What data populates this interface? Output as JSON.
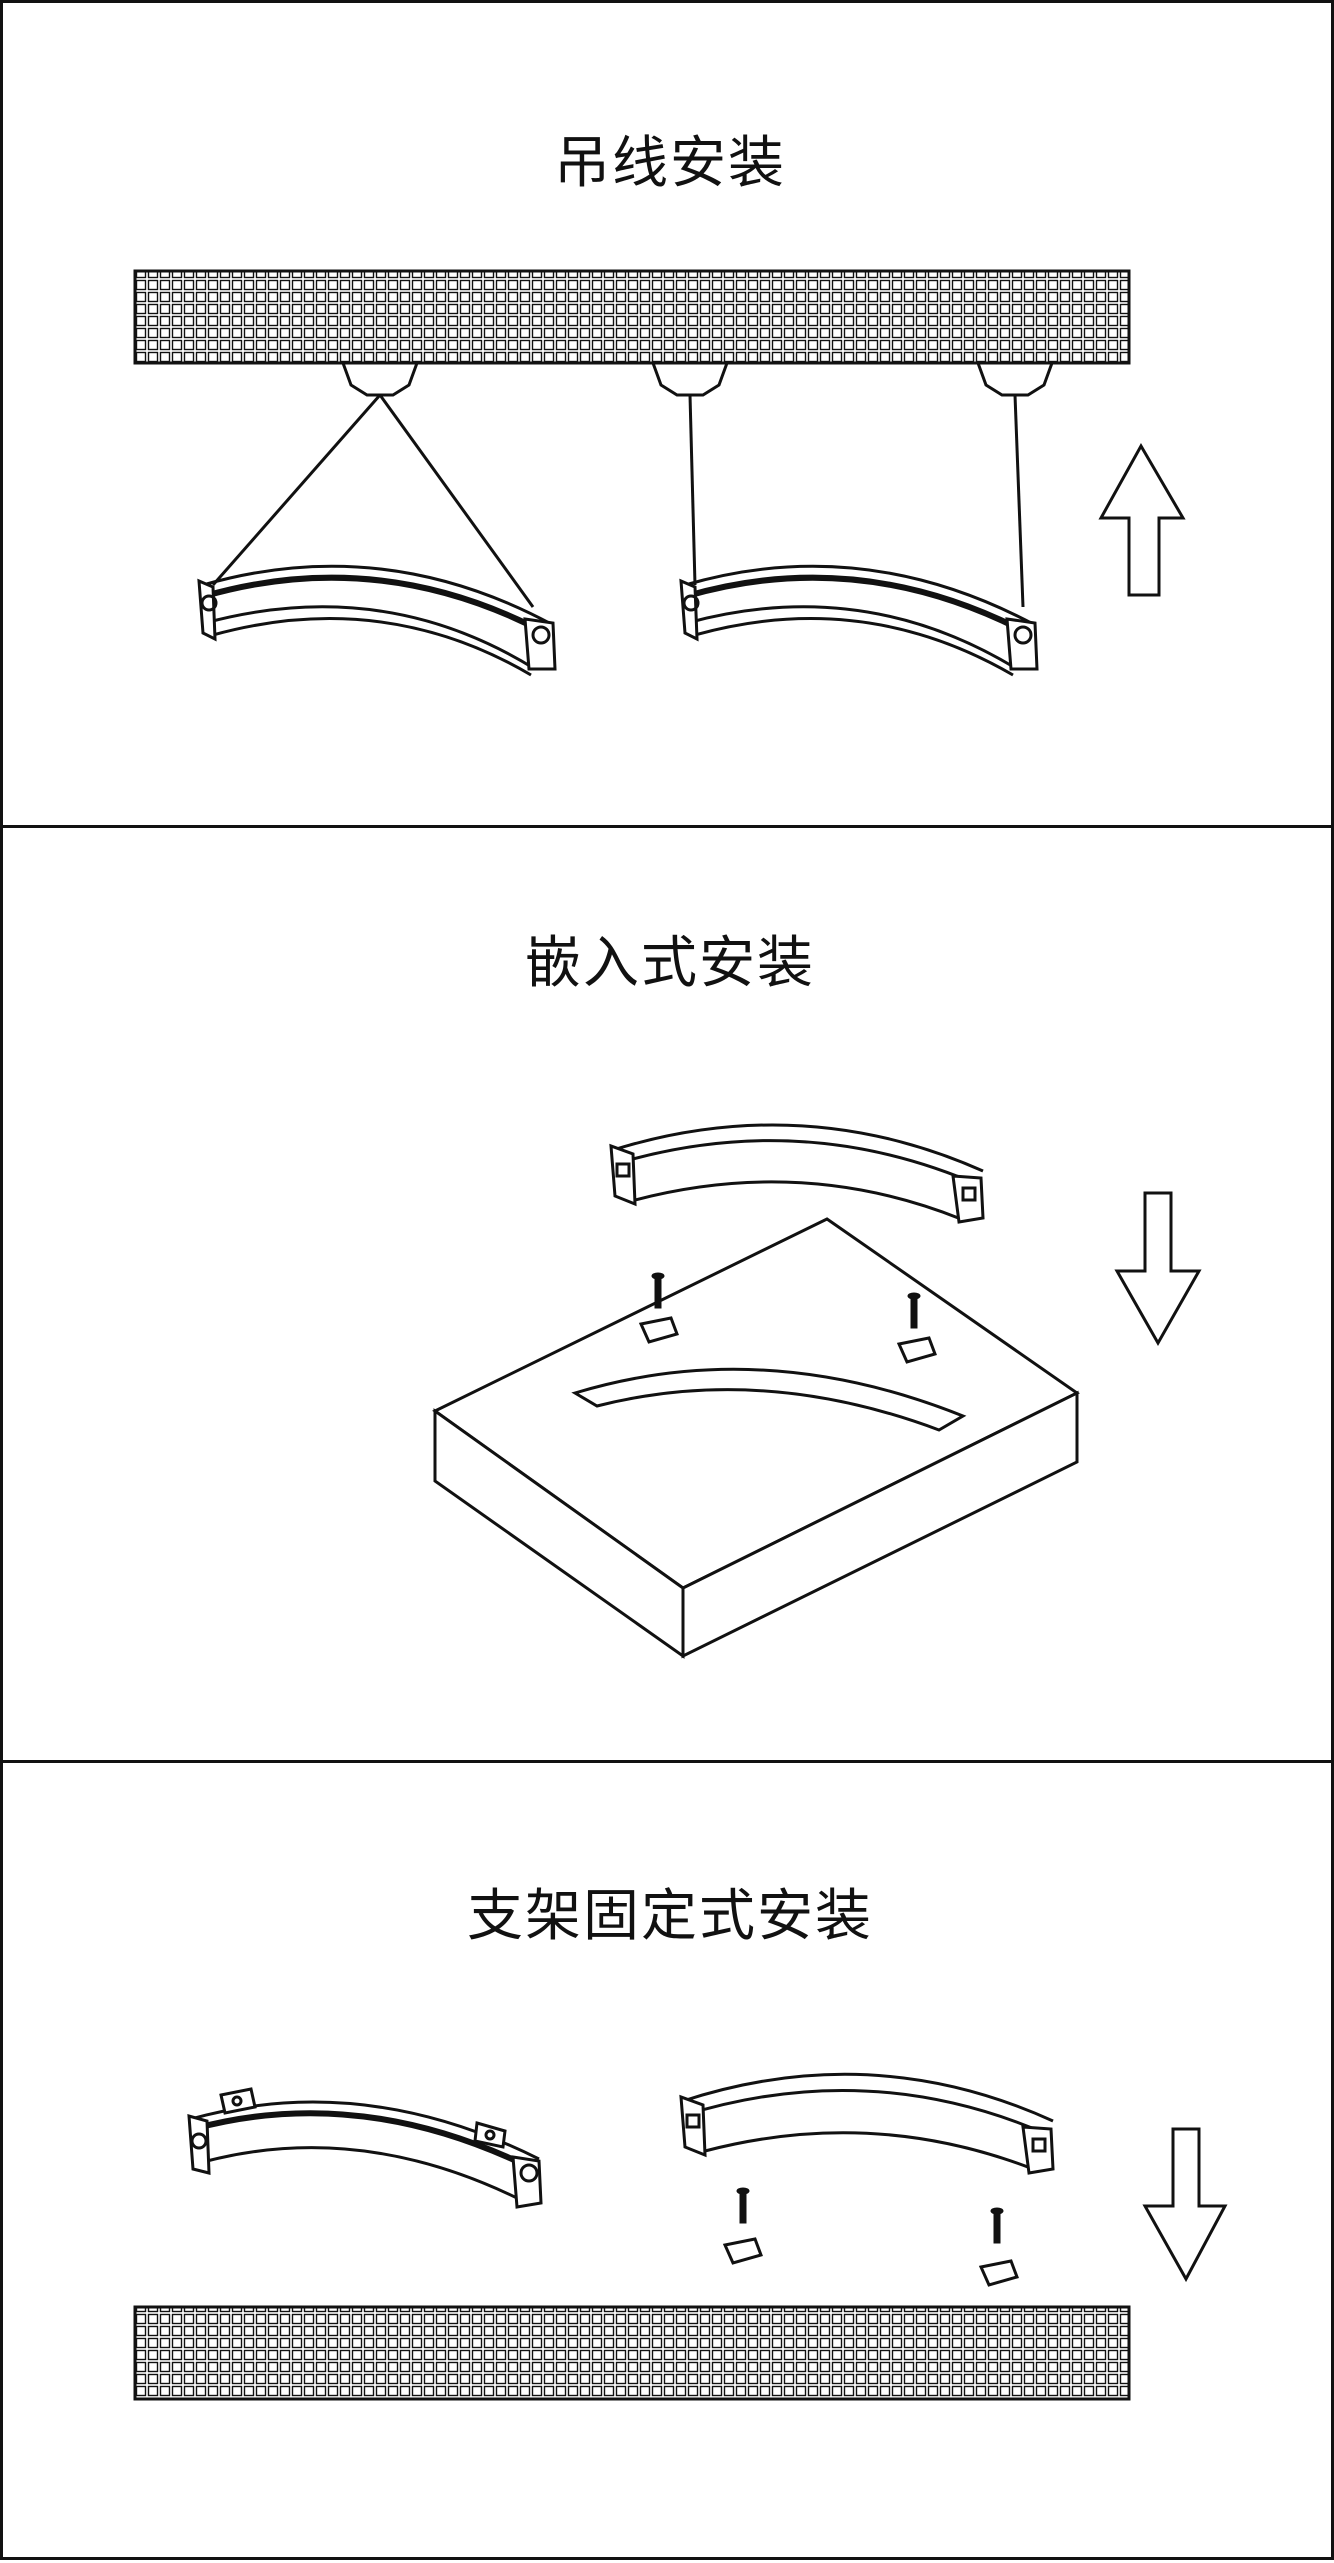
{
  "sections": [
    {
      "title": "吊线安装"
    },
    {
      "title": "嵌入式安装"
    },
    {
      "title": "支架固定式安装"
    }
  ],
  "arrows": [
    {
      "direction": "up"
    },
    {
      "direction": "down"
    },
    {
      "direction": "down"
    }
  ],
  "colors": {
    "line": "#111111",
    "background": "#ffffff"
  }
}
